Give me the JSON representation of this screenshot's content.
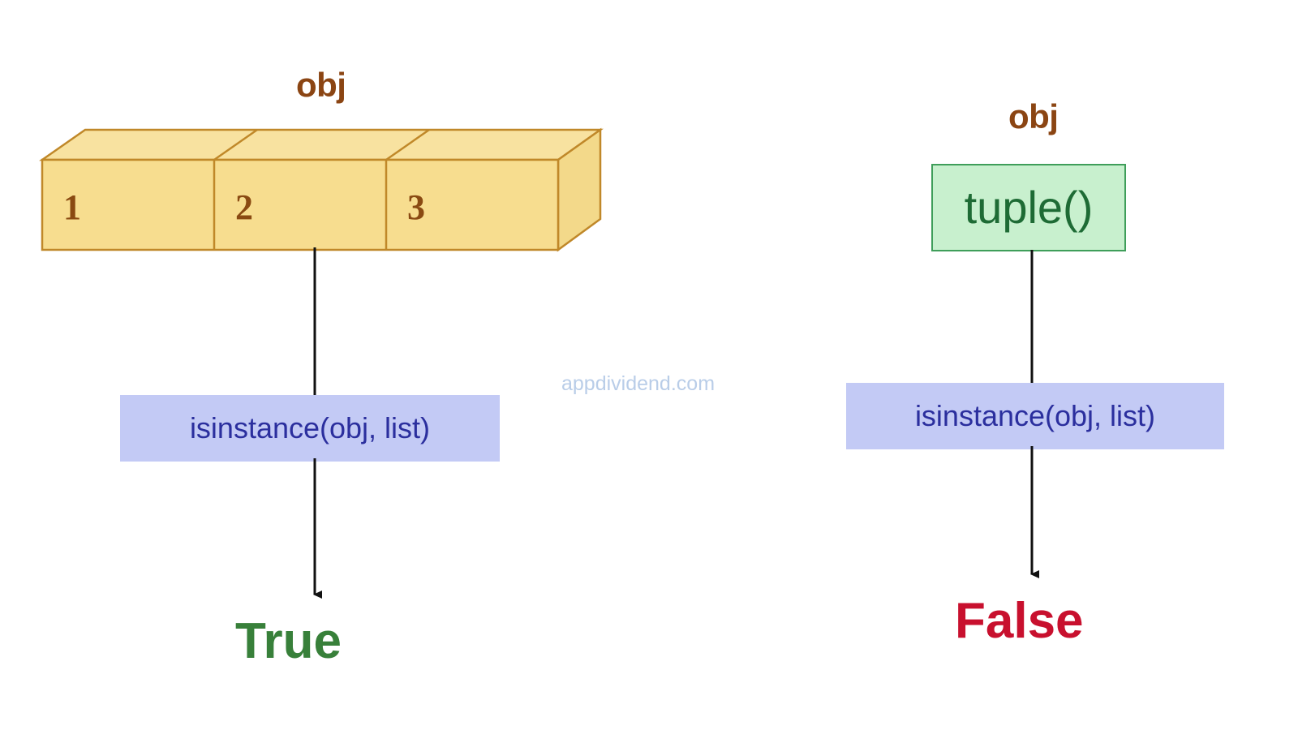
{
  "page": {
    "background": "#ffffff",
    "watermark": "appdividend.com",
    "watermark_color": "#b9cde8"
  },
  "colors": {
    "label_brown": "#8B4513",
    "box_fill_yellow": "#f7dd8f",
    "box_top_yellow": "#f8e2a0",
    "box_side_yellow": "#f3d98a",
    "box_stroke_orange": "#c08829",
    "cell_number_brown": "#8a4a12",
    "tuple_fill_green": "#c8f0ce",
    "tuple_stroke_green": "#3f9e5a",
    "tuple_text_green": "#1e6b35",
    "chip_fill_lavender": "#c3caf5",
    "chip_text_blue": "#2b2f9e",
    "arrow_black": "#111111",
    "true_green": "#38803a",
    "false_red": "#c8102e"
  },
  "left_branch": {
    "variable_label": "obj",
    "object_type": "list",
    "cells": [
      {
        "value": "1"
      },
      {
        "value": "2"
      },
      {
        "value": "3"
      }
    ],
    "call_label": "isinstance(obj, list)",
    "result": "True"
  },
  "right_branch": {
    "variable_label": "obj",
    "object_type": "tuple",
    "object_value": "tuple()",
    "call_label": "isinstance(obj, list)",
    "result": "False"
  }
}
